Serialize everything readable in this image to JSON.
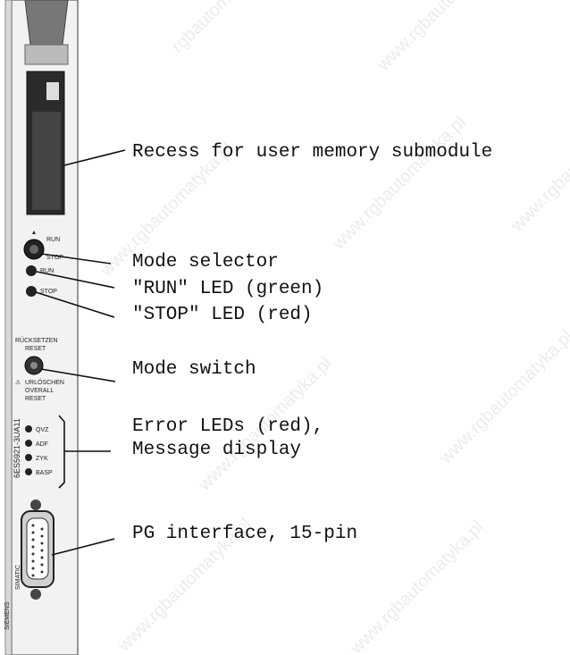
{
  "callouts": {
    "memory_recess": "Recess for user memory submodule",
    "mode_selector": "Mode selector",
    "run_led": "\"RUN\" LED (green)",
    "stop_led": "\"STOP\" LED (red)",
    "mode_switch": "Mode switch",
    "error_leds_line1": "Error LEDs (red),",
    "error_leds_line2": "Message display",
    "pg_interface": "PG interface, 15-pin"
  },
  "panel_labels": {
    "selector_run": "RUN",
    "selector_stop": "STOP",
    "led_run": "RUN",
    "led_stop": "STOP",
    "reset_de": "RÜCKSETZEN",
    "reset_en": "RESET",
    "overall_reset_de": "URLÖSCHEN",
    "overall_reset_en_1": "OVERALL",
    "overall_reset_en_2": "RESET",
    "err_qvz": "QVZ",
    "err_adf": "ADF",
    "err_zyk": "ZYK",
    "err_basp": "BASP",
    "part_number": "6ES5921-3UA11",
    "simatic": "SIMATIC",
    "siemens": "SIEMENS"
  },
  "watermark": {
    "text_a": "www.rgbautomatyka.pl",
    "text_b": "rgbautomatyka.pl"
  }
}
